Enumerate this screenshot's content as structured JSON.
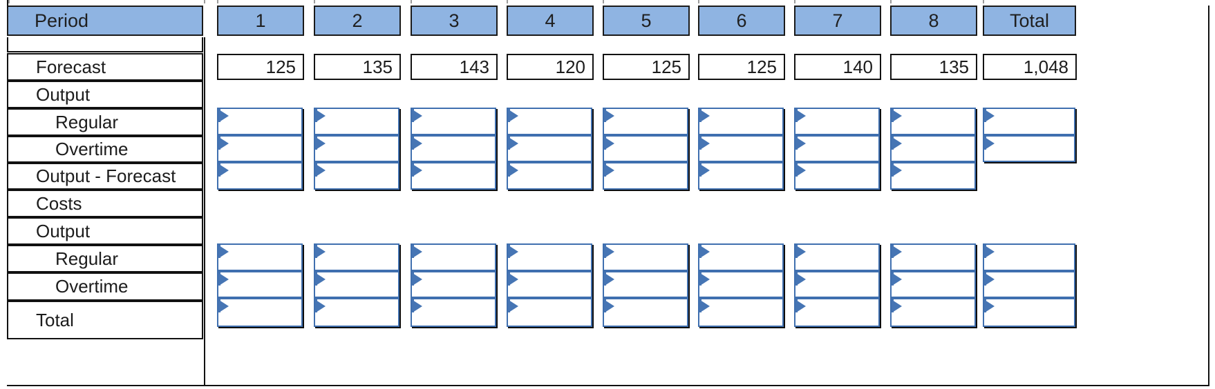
{
  "spreadsheet": {
    "kind": "aggregate-planning-worksheet",
    "header": {
      "row_label": "Period",
      "columns": [
        "1",
        "2",
        "3",
        "4",
        "5",
        "6",
        "7",
        "8",
        "Total"
      ],
      "fill_color": "#8FB4E2"
    },
    "rows": [
      {
        "label": "Forecast",
        "indent": false,
        "type": "readonly"
      },
      {
        "label": "Output",
        "indent": false,
        "type": "section"
      },
      {
        "label": "Regular",
        "indent": true,
        "type": "input"
      },
      {
        "label": "Overtime",
        "indent": true,
        "type": "input"
      },
      {
        "label": "Output - Forecast",
        "indent": false,
        "type": "input"
      },
      {
        "label": "Costs",
        "indent": false,
        "type": "section"
      },
      {
        "label": "Output",
        "indent": false,
        "type": "section"
      },
      {
        "label": "Regular",
        "indent": true,
        "type": "input"
      },
      {
        "label": "Overtime",
        "indent": true,
        "type": "input"
      },
      {
        "label": "Total",
        "indent": false,
        "type": "input"
      }
    ],
    "forecast": {
      "label": "Forecast",
      "values": [
        "125",
        "135",
        "143",
        "120",
        "125",
        "125",
        "140",
        "135"
      ],
      "total": "1,048"
    },
    "input_cells": {
      "upper_group_rows": [
        "Regular",
        "Overtime",
        "Output - Forecast"
      ],
      "lower_group_rows": [
        "Regular",
        "Overtime",
        "Total"
      ],
      "values": "",
      "placeholder": "",
      "marker_icon": "triangle-right-icon",
      "marker_color": "#4675B4",
      "border_color": "#3F6FAF",
      "note_total_column_upper": "Total column has entry boxes only for Regular and Overtime"
    }
  },
  "chart_data": {
    "type": "table",
    "title": "Period",
    "categories": [
      "1",
      "2",
      "3",
      "4",
      "5",
      "6",
      "7",
      "8",
      "Total"
    ],
    "series": [
      {
        "name": "Forecast",
        "values": [
          125,
          135,
          143,
          120,
          125,
          125,
          140,
          135
        ],
        "total": 1048
      },
      {
        "name": "Output - Regular",
        "values": [
          null,
          null,
          null,
          null,
          null,
          null,
          null,
          null
        ],
        "total": null
      },
      {
        "name": "Output - Overtime",
        "values": [
          null,
          null,
          null,
          null,
          null,
          null,
          null,
          null
        ],
        "total": null
      },
      {
        "name": "Output - Forecast",
        "values": [
          null,
          null,
          null,
          null,
          null,
          null,
          null,
          null
        ],
        "total": null
      },
      {
        "name": "Costs - Output - Regular",
        "values": [
          null,
          null,
          null,
          null,
          null,
          null,
          null,
          null
        ],
        "total": null
      },
      {
        "name": "Costs - Output - Overtime",
        "values": [
          null,
          null,
          null,
          null,
          null,
          null,
          null,
          null
        ],
        "total": null
      },
      {
        "name": "Costs - Total",
        "values": [
          null,
          null,
          null,
          null,
          null,
          null,
          null,
          null
        ],
        "total": null
      }
    ],
    "xlabel": "Period",
    "ylabel": "",
    "grid": true,
    "legend": "none"
  }
}
